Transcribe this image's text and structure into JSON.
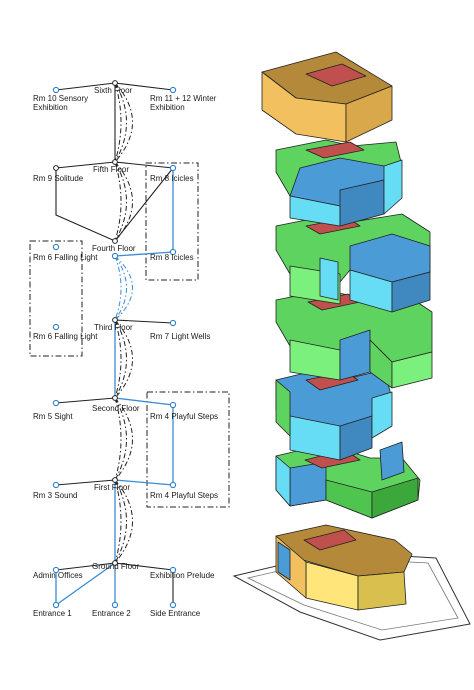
{
  "diagram": {
    "floors": {
      "sixth": "Sixth Floor",
      "fifth": "Fifth Floor",
      "fourth": "Fourth Floor",
      "third": "Third Floor",
      "second": "Second Floor",
      "first": "First Floor",
      "ground": "Ground Floor"
    },
    "rooms": {
      "rm10a": "Rm 10 Sensory",
      "rm10b": "Exhibition",
      "rm11a": "Rm 11 + 12 Winter",
      "rm11b": "Exhibition",
      "rm9": "Rm 9 Solitude",
      "rm8_top": "Rm 8 Icicles",
      "rm8_bottom": "Rm 8 Icicles",
      "rm6_top": "Rm 6 Falling Light",
      "rm6_bottom": "Rm 6 Falling Light",
      "rm7": "Rm 7 Light Wells",
      "rm5": "Rm 5 Sight",
      "rm4_top": "Rm 4 Playful Steps",
      "rm4_bottom": "Rm 4 Playful Steps",
      "rm3": "Rm 3 Sound",
      "admin": "Admin Offices",
      "prelude": "Exhibition Prelude",
      "entrance1": "Entrance 1",
      "entrance2": "Entrance 2",
      "side_entrance": "Side Entrance"
    }
  },
  "colors": {
    "orange": "#f2c05e",
    "green": "#5fd35f",
    "blue": "#4a9bd6",
    "cyan": "#66ddf5",
    "red": "#c0504d",
    "brown": "#b48a3a",
    "yellow": "#ffe57a",
    "connector": "#3a8ad6"
  }
}
